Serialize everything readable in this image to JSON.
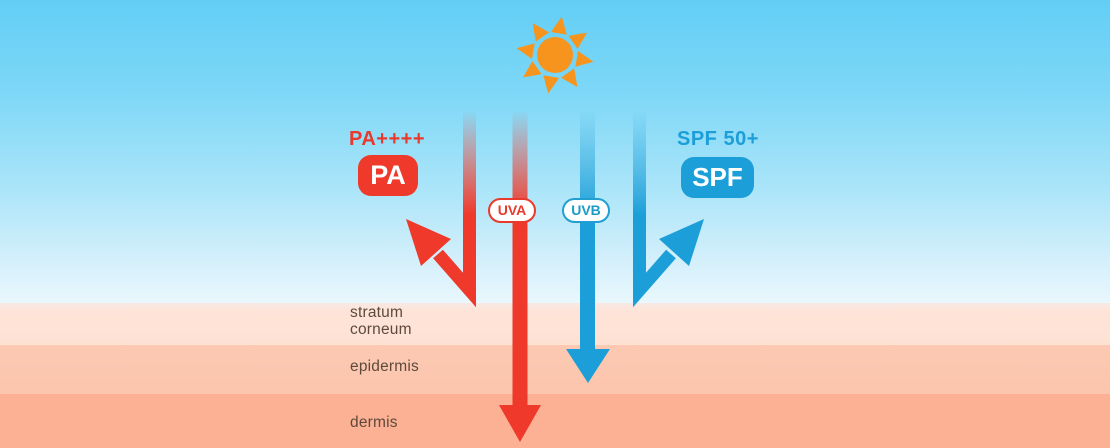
{
  "colors": {
    "uva_red": "#ee392b",
    "uvb_blue": "#1c9fd9",
    "sun_orange": "#f7941e",
    "sky_top": "#63cef5",
    "sky_bottom": "#eaf8fd",
    "layer_label_text": "#5d4a3c"
  },
  "sun": {
    "icon": "sun-icon",
    "color": "#f7941e"
  },
  "left_protection": {
    "rating": "PA++++",
    "badge": "PA"
  },
  "right_protection": {
    "rating": "SPF 50+",
    "badge": "SPF"
  },
  "rays": {
    "uva": {
      "label": "UVA",
      "color": "#ee392b"
    },
    "uvb": {
      "label": "UVB",
      "color": "#1c9fd9"
    }
  },
  "skin_layers": [
    {
      "label": "stratum\ncorneum",
      "color": "#fee4d8"
    },
    {
      "label": "epidermis",
      "color": "#fdc9b2"
    },
    {
      "label": "dermis",
      "color": "#fcb094"
    }
  ]
}
